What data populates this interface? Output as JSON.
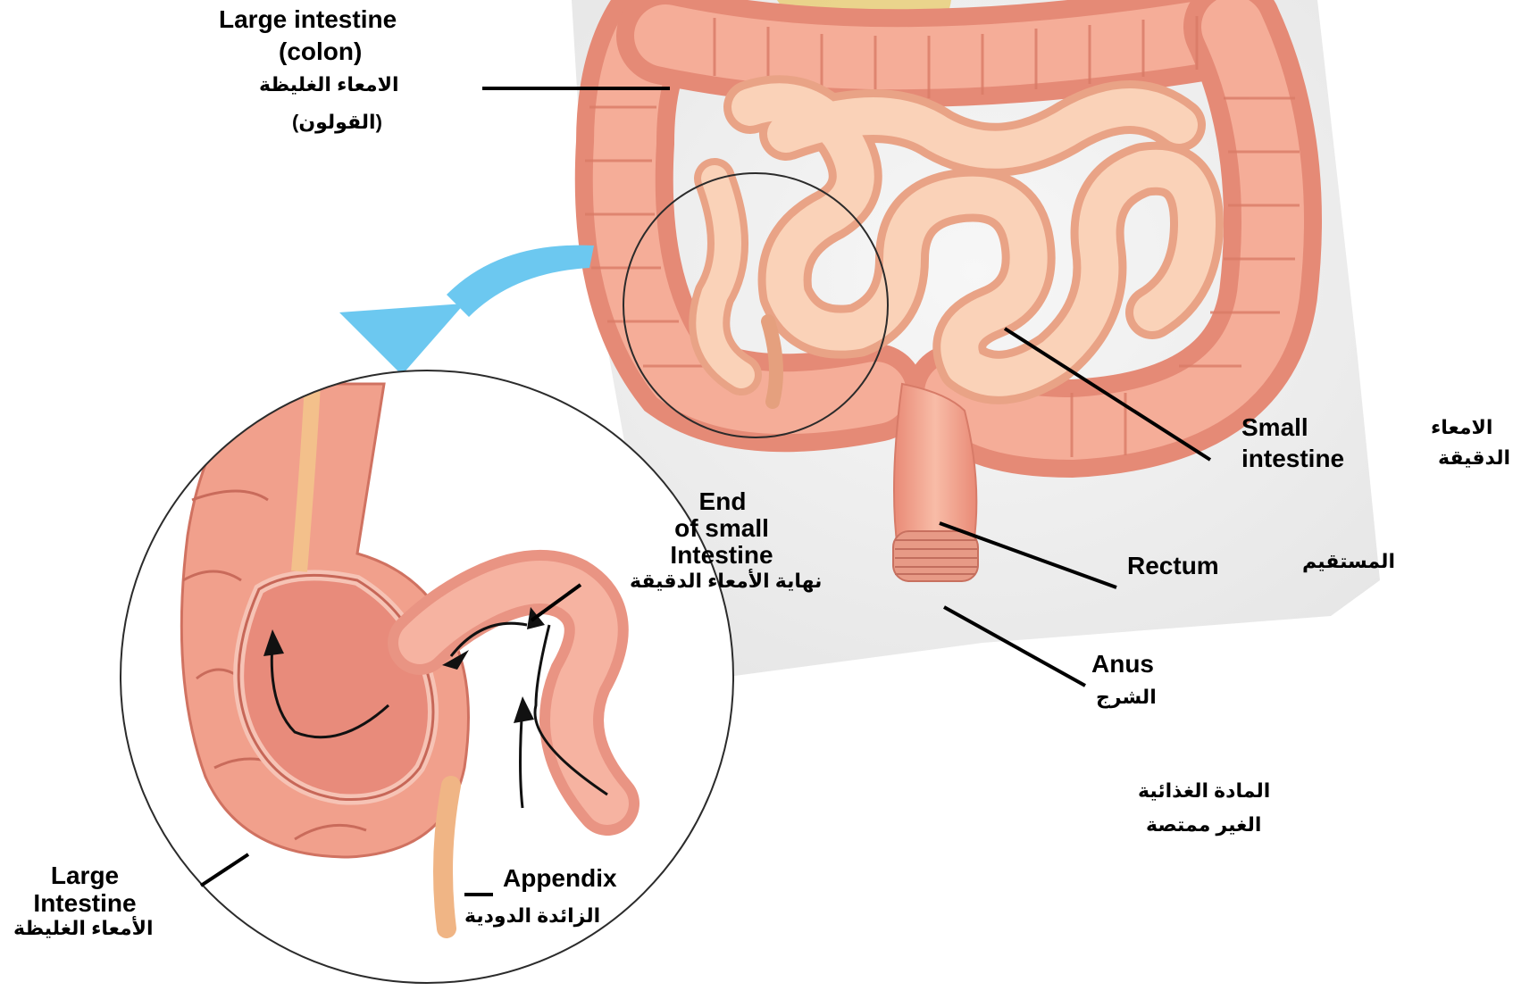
{
  "labels": {
    "large_colon_en_1": "Large intestine",
    "large_colon_en_2": "(colon)",
    "large_colon_ar_1": "الامعاء الغليظة",
    "large_colon_ar_2": "(القولون)",
    "small_en_1": "Small",
    "small_en_2": "intestine",
    "small_ar_1": "الامعاء",
    "small_ar_2": "الدقيقة",
    "end_small_en_1": "End",
    "end_small_en_2": "of small",
    "end_small_en_3": "Intestine",
    "end_small_ar": "نهاية الأمعاء الدقيقة",
    "rectum_en": "Rectum",
    "rectum_ar": "المستقيم",
    "anus_en": "Anus",
    "anus_ar": "الشرج",
    "unabsorbed_ar_1": "المادة الغذائية",
    "unabsorbed_ar_2": "الغير ممتصة",
    "large_inset_en_1": "Large",
    "large_inset_en_2": "Intestine",
    "large_inset_ar": "الأمعاء الغليظة",
    "appendix_en": "Appendix",
    "appendix_ar": "الزائدة الدودية"
  },
  "colors": {
    "intestine": "#f2a58f",
    "intestine_dark": "#d9776a",
    "small_intestine": "#f7c1a4",
    "body_silhouette": "#eeeeee",
    "arrow_blue": "#6cc8f0",
    "appendix": "#f0b585"
  }
}
